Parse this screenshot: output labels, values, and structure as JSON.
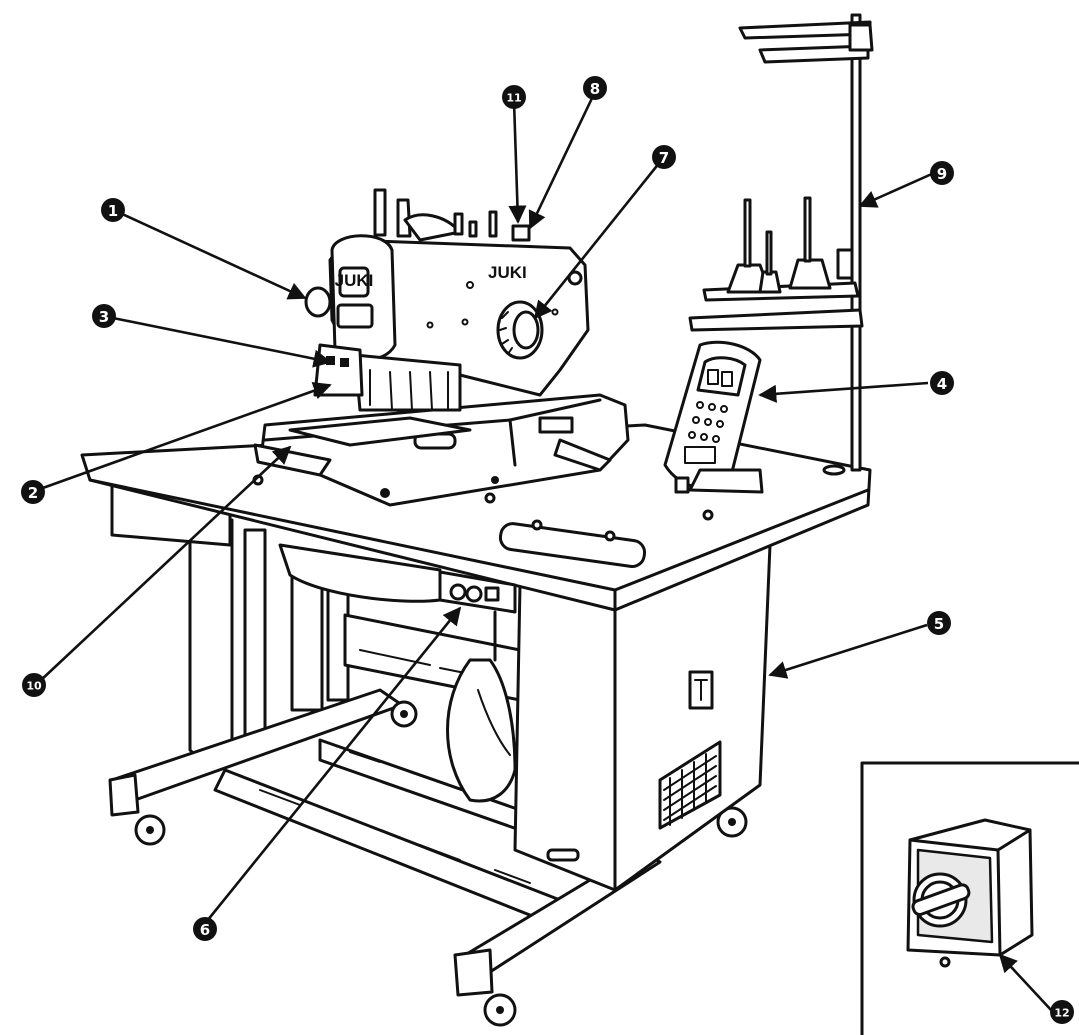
{
  "machine": {
    "brand_label": "JUKI",
    "head_label": "JUKI"
  },
  "callouts": [
    {
      "id": "1",
      "label": "1"
    },
    {
      "id": "2",
      "label": "2"
    },
    {
      "id": "3",
      "label": "3"
    },
    {
      "id": "4",
      "label": "4"
    },
    {
      "id": "5",
      "label": "5"
    },
    {
      "id": "6",
      "label": "6"
    },
    {
      "id": "7",
      "label": "7"
    },
    {
      "id": "8",
      "label": "8"
    },
    {
      "id": "9",
      "label": "9"
    },
    {
      "id": "10",
      "label": "10"
    },
    {
      "id": "11",
      "label": "11"
    },
    {
      "id": "12",
      "label": "12"
    }
  ]
}
